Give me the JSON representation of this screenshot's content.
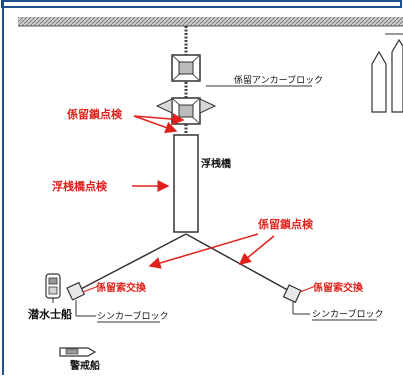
{
  "labels": {
    "anchor_block": "係留アンカーブロック",
    "mooring_chain_check_top": "係留鎖点検",
    "floating_pier": "浮桟橋",
    "floating_pier_check": "浮桟橋点検",
    "mooring_chain_check_mid": "係留鎖点検",
    "mooring_line_replace_left": "係留索交換",
    "mooring_line_replace_right": "係留索交換",
    "diver_boat": "潜水士船",
    "sinker_block_left": "シンカーブロック",
    "sinker_block_right": "シンカーブロック",
    "guard_boat": "警戒船"
  },
  "colors": {
    "annotation": "#e0211b",
    "line": "#333333",
    "frame": "#1f4f8a",
    "ground": "#7a7a7a"
  }
}
